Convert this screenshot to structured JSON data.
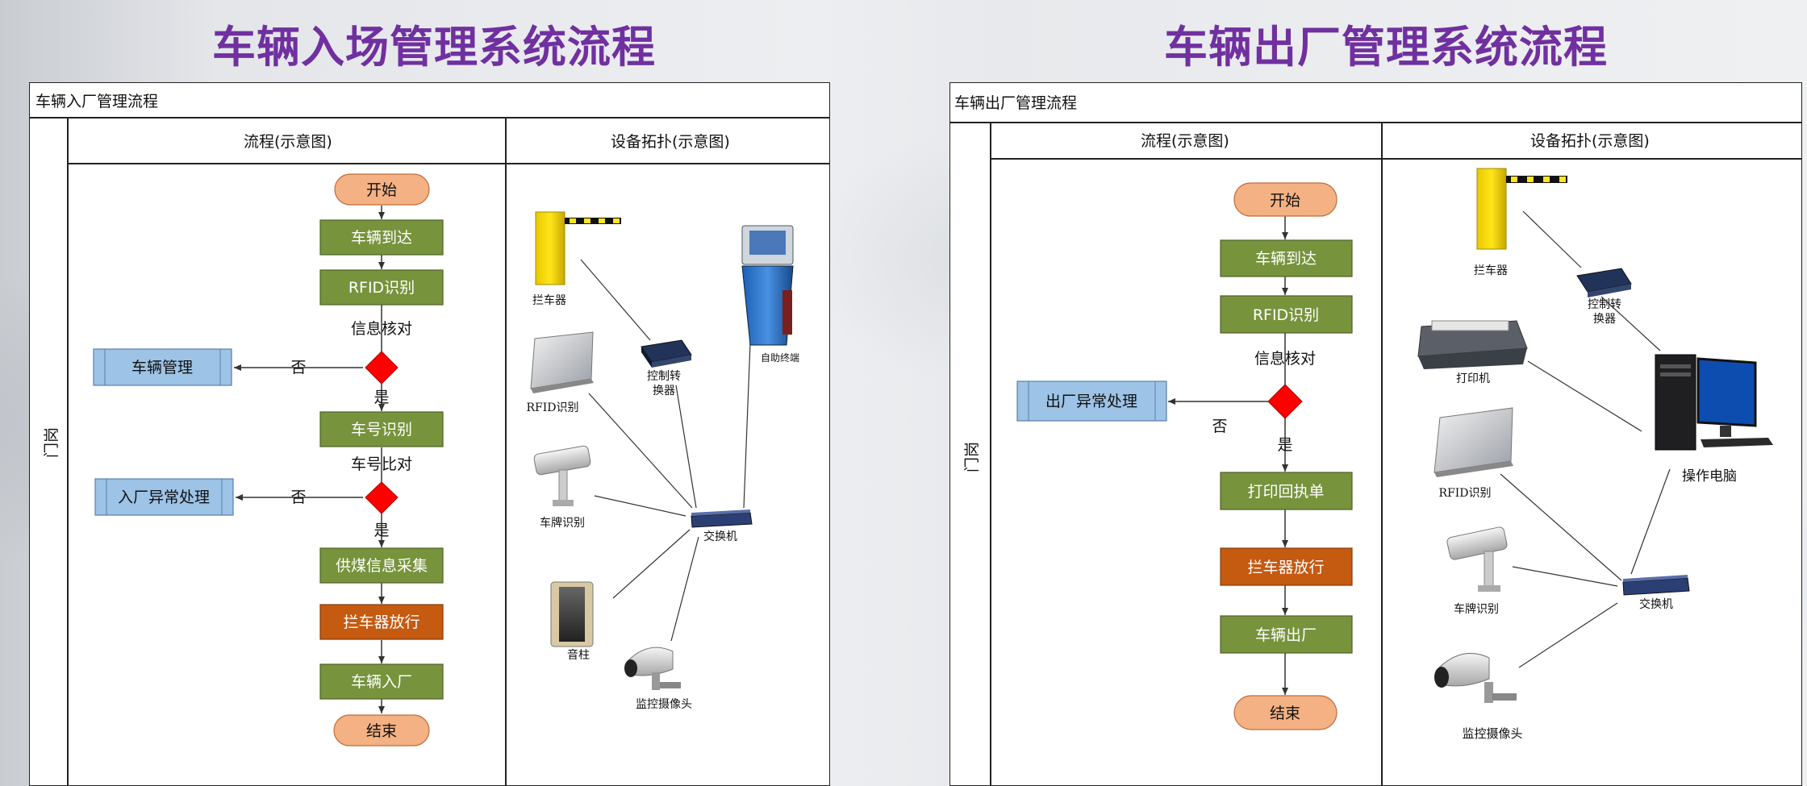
{
  "left": {
    "title": "车辆入场管理系统流程",
    "panel_label": "车辆入厂管理流程",
    "lane_label": "门岗",
    "col_flow": "流程(示意图)",
    "col_topo": "设备拓扑(示意图)",
    "flow": {
      "start": "开始",
      "arrive": "车辆到达",
      "rfid": "RFID识别",
      "info_check": "信息核对",
      "vehicle_mgmt": "车辆管理",
      "no1": "否",
      "yes1": "是",
      "plate": "车号识别",
      "plate_compare": "车号比对",
      "entry_exception": "入厂异常处理",
      "no2": "否",
      "yes2": "是",
      "coal_info": "供煤信息采集",
      "barrier_release": "拦车器放行",
      "enter": "车辆入厂",
      "end": "结束"
    },
    "topo": {
      "barrier": "拦车器",
      "controller": "控制转\n换器",
      "controller_l1": "控制转",
      "controller_l2": "换器",
      "kiosk": "自助终端",
      "rfid": "RFID识别",
      "plate_cam": "车牌识别",
      "switch": "交换机",
      "speaker": "音柱",
      "camera": "监控摄像头"
    }
  },
  "right": {
    "title": "车辆出厂管理系统流程",
    "panel_label": "车辆出厂管理流程",
    "lane_label": "门岗",
    "col_flow": "流程(示意图)",
    "col_topo": "设备拓扑(示意图)",
    "flow": {
      "start": "开始",
      "arrive": "车辆到达",
      "rfid": "RFID识别",
      "info_check": "信息核对",
      "exit_exception": "出厂异常处理",
      "no": "否",
      "yes": "是",
      "print": "打印回执单",
      "barrier_release": "拦车器放行",
      "exit": "车辆出厂",
      "end": "结束"
    },
    "topo": {
      "barrier": "拦车器",
      "controller_l1": "控制转",
      "controller_l2": "换器",
      "printer": "打印机",
      "pc": "操作电脑",
      "rfid": "RFID识别",
      "plate_cam": "车牌识别",
      "switch": "交换机",
      "camera": "监控摄像头"
    }
  },
  "colors": {
    "title": "#7030a0",
    "green_box": "#77933c",
    "orange_box": "#c55a11",
    "start_end": "#f4b183",
    "side_box": "#9dc3e6",
    "decision": "#ff0000"
  }
}
